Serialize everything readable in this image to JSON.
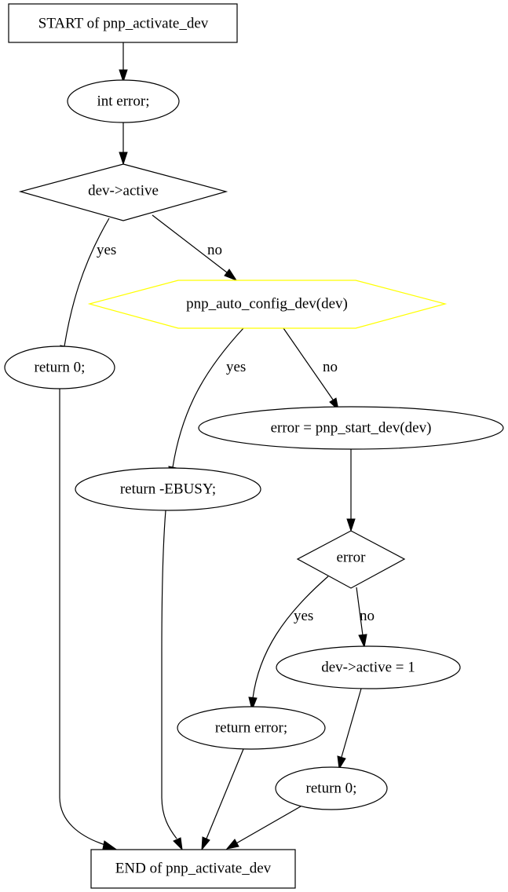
{
  "nodes": {
    "start": {
      "label": "START of pnp_activate_dev"
    },
    "int_error": {
      "label": "int error;"
    },
    "dev_active": {
      "label": "dev->active"
    },
    "return_0_first": {
      "label": "return 0;"
    },
    "auto_config": {
      "label": "pnp_auto_config_dev(dev)"
    },
    "return_ebusy": {
      "label": "return -EBUSY;"
    },
    "start_dev": {
      "label": "error = pnp_start_dev(dev)"
    },
    "error_check": {
      "label": "error"
    },
    "active_set": {
      "label": "dev->active = 1"
    },
    "return_error": {
      "label": "return error;"
    },
    "return_0_second": {
      "label": "return 0;"
    },
    "end": {
      "label": "END of pnp_activate_dev"
    }
  },
  "edges": {
    "active_yes": "yes",
    "active_no": "no",
    "auto_yes": "yes",
    "auto_no": "no",
    "error_yes": "yes",
    "error_no": "no"
  },
  "colors": {
    "highlight_fill": "#add8e6",
    "highlight_stroke": "#ffff00"
  }
}
